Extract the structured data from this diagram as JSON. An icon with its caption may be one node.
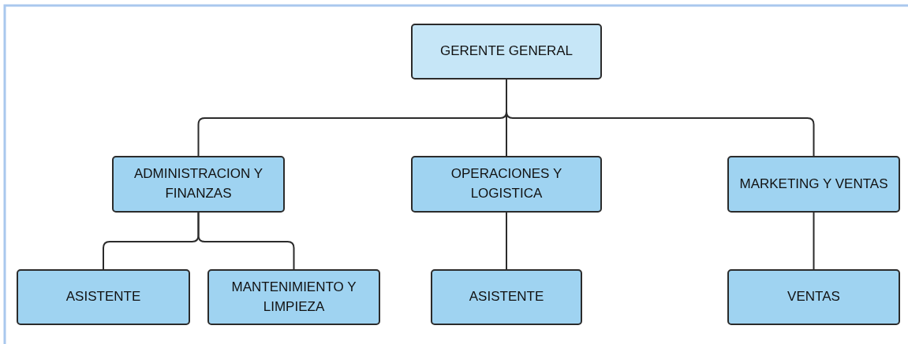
{
  "diagram": {
    "nodes": [
      {
        "text": [
          "GERENTE GENERAL"
        ]
      },
      {
        "text": [
          "ADMINISTRACION Y FINANZAS"
        ]
      },
      {
        "text": [
          "OPERACIONES Y LOGISTICA"
        ]
      },
      {
        "text": [
          "MARKETING Y VENTAS"
        ]
      },
      {
        "text": [
          "ASISTENTE"
        ]
      },
      {
        "text": [
          "MANTENIMIENTO Y LIMPIEZA"
        ]
      },
      {
        "text": [
          "ASISTENTE"
        ]
      },
      {
        "text": [
          "VENTAS"
        ]
      }
    ],
    "edges": [
      {
        "from": 0,
        "to": 1,
        "arrow": "none"
      },
      {
        "from": 0,
        "to": 2,
        "arrow": "none"
      },
      {
        "from": 0,
        "to": 3,
        "arrow": "none"
      },
      {
        "from": 1,
        "to": 4,
        "arrow": "none"
      },
      {
        "from": 1,
        "to": 5,
        "arrow": "none"
      },
      {
        "from": 2,
        "to": 6,
        "arrow": "none"
      },
      {
        "from": 3,
        "to": 7,
        "arrow": "none"
      }
    ]
  }
}
